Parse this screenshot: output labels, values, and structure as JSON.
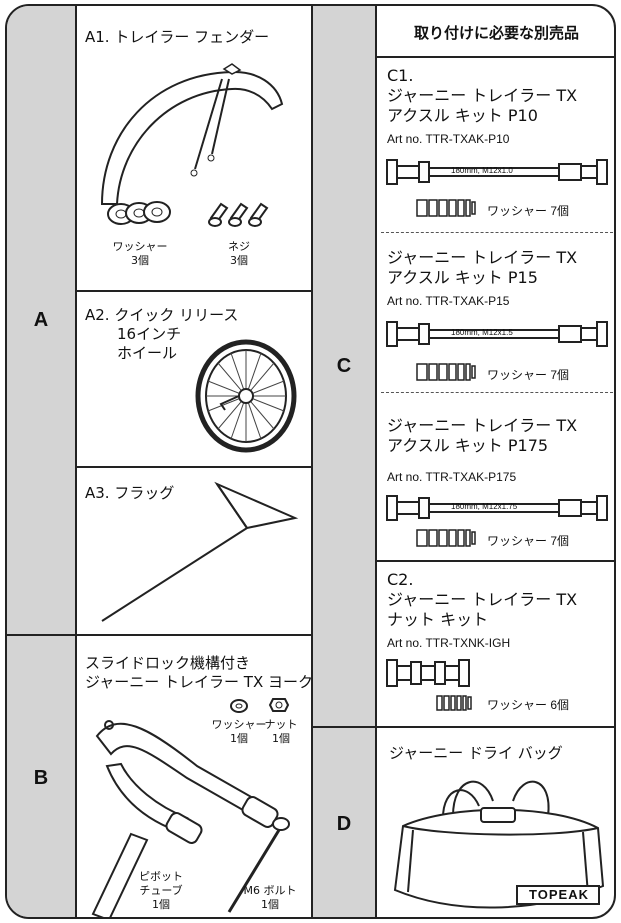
{
  "tabs": {
    "a": "A",
    "b": "B",
    "c": "C",
    "d": "D"
  },
  "a1": {
    "title": "A1. トレイラー フェンダー",
    "washer": "ワッシャー",
    "washer_qty": "3個",
    "screw": "ネジ",
    "screw_qty": "3個"
  },
  "a2": {
    "title_line1": "A2. クイック リリース",
    "title_line2": "16インチ",
    "title_line3": "ホイール"
  },
  "a3": {
    "title": "A3. フラッグ"
  },
  "b": {
    "title_line1": "スライドロック機構付き",
    "title_line2": "ジャーニー トレイラー TX ヨーク",
    "washer": "ワッシャー",
    "washer_qty": "1個",
    "nut": "ナット",
    "nut_qty": "1個",
    "pivot_line1": "ピボット",
    "pivot_line2": "チューブ",
    "pivot_qty": "1個",
    "bolt": "M6 ボルト",
    "bolt_qty": "1個"
  },
  "c": {
    "header": "取り付けに必要な別売品",
    "c1": {
      "code": "C1.",
      "name_line1": "ジャーニー トレイラー TX",
      "name_line2": "アクスル キット P10",
      "art": "Art no. TTR-TXAK-P10",
      "axle_label": "180mm, M12x1.0",
      "washer": "ワッシャー 7個"
    },
    "p15": {
      "name_line1": "ジャーニー トレイラー TX",
      "name_line2": "アクスル キット P15",
      "art": "Art no. TTR-TXAK-P15",
      "axle_label": "180mm, M12x1.5",
      "washer": "ワッシャー 7個"
    },
    "p175": {
      "name_line1": "ジャーニー トレイラー TX",
      "name_line2": "アクスル キット P175",
      "art": "Art no. TTR-TXAK-P175",
      "axle_label": "180mm, M12x1.75",
      "washer": "ワッシャー 7個"
    },
    "c2": {
      "code": "C2.",
      "name_line1": "ジャーニー トレイラー TX",
      "name_line2": "ナット キット",
      "art": "Art no. TTR-TXNK-IGH",
      "washer": "ワッシャー 6個"
    }
  },
  "d": {
    "title": "ジャーニー ドライ バッグ",
    "brand": "TOPEAK"
  }
}
